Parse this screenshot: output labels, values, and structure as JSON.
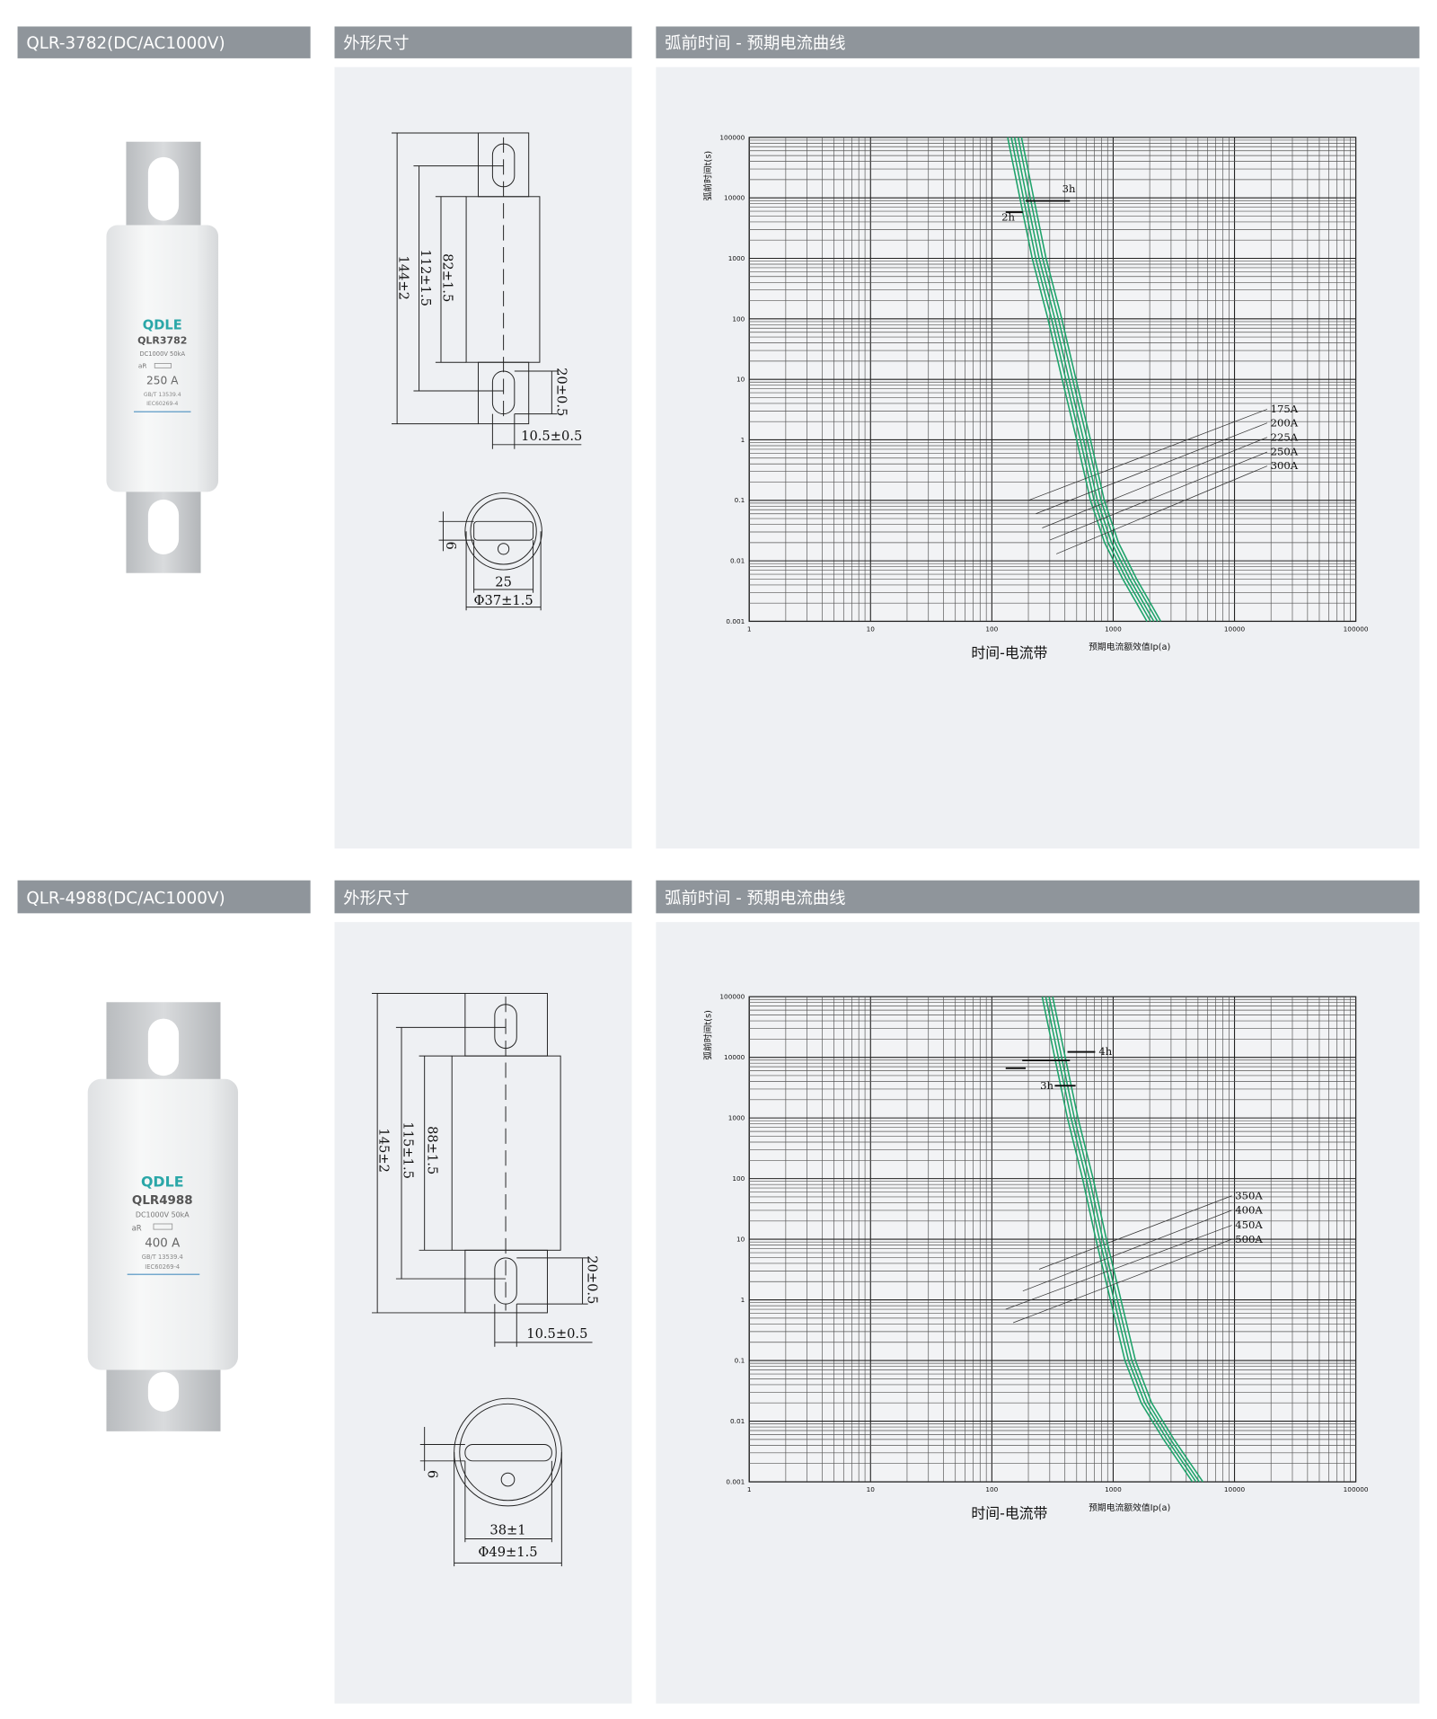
{
  "rows": [
    {
      "product_title": "QLR-3782(DC/AC1000V)",
      "dimension_title": "外形尺寸",
      "curve_title": "弧前时间 - 预期电流曲线",
      "label": {
        "brand": "QDLE",
        "model": "QLR3782",
        "rating": "DC1000V  50kA",
        "type": "aR",
        "current": "250 A",
        "std1": "GB/T 13539.4",
        "std2": "IEC60269-4"
      },
      "dims": {
        "overall": "144±2",
        "slot_pitch": "112±1.5",
        "body": "82±1.5",
        "slot": "20±0.5",
        "tab_width": "10.5±0.5",
        "six": "6",
        "slot_len": "25",
        "diameter": "Φ37±1.5"
      }
    },
    {
      "product_title": "QLR-4988(DC/AC1000V)",
      "dimension_title": "外形尺寸",
      "curve_title": "弧前时间 - 预期电流曲线",
      "label": {
        "brand": "QDLE",
        "model": "QLR4988",
        "rating": "DC1000V  50kA",
        "type": "aR",
        "current": "400 A",
        "std1": "GB/T 13539.4",
        "std2": "IEC60269-4"
      },
      "dims": {
        "overall": "145±2",
        "slot_pitch": "115±1.5",
        "body": "88±1.5",
        "slot": "20±0.5",
        "tab_width": "10.5±0.5",
        "six": "6",
        "slot_len": "38±1",
        "diameter": "Φ49±1.5"
      }
    }
  ],
  "colors": {
    "header": "#8f959b",
    "panel": "#eef0f3",
    "curve": "#1fa36b",
    "brand": "#2aa7a8"
  },
  "chart_data": [
    {
      "type": "line",
      "title": "时间-电流带",
      "xlabel": "预期电流额效值Ip(a)",
      "ylabel": "弧前时间t(s)",
      "xscale": "log",
      "yscale": "log",
      "xlim": [
        1,
        100000
      ],
      "ylim": [
        0.001,
        100000
      ],
      "x_ticks": [
        "1",
        "10",
        "100",
        "1000",
        "10000",
        "100000"
      ],
      "y_ticks": [
        "100000",
        "10000",
        "1000",
        "100",
        "10",
        "1",
        "0.1",
        "0.01",
        "0.001"
      ],
      "grid": true,
      "base_curve": [
        [
          135,
          100000
        ],
        [
          170,
          10000
        ],
        [
          215,
          1000
        ],
        [
          290,
          100
        ],
        [
          380,
          10
        ],
        [
          500,
          1
        ],
        [
          650,
          0.1
        ],
        [
          850,
          0.02
        ],
        [
          1200,
          0.005
        ],
        [
          1900,
          0.001
        ]
      ],
      "series": [
        {
          "name": "175A",
          "scale": 1.0,
          "ref_line": [
            [
              200,
              0.1
            ],
            [
              18600,
              3.2
            ]
          ]
        },
        {
          "name": "200A",
          "scale": 1.07,
          "ref_line": [
            [
              230,
              0.06
            ],
            [
              18600,
              1.9
            ]
          ]
        },
        {
          "name": "225A",
          "scale": 1.14,
          "ref_line": [
            [
              260,
              0.035
            ],
            [
              18600,
              1.1
            ]
          ]
        },
        {
          "name": "250A",
          "scale": 1.22,
          "ref_line": [
            [
              300,
              0.022
            ],
            [
              18600,
              0.63
            ]
          ]
        },
        {
          "name": "300A",
          "scale": 1.3,
          "ref_line": [
            [
              340,
              0.013
            ],
            [
              18600,
              0.37
            ]
          ]
        }
      ],
      "markers": [
        {
          "label": "3h",
          "x": [
            190,
            440
          ],
          "y": 8900,
          "label_at": [
            380,
            14000
          ]
        },
        {
          "label": "2h",
          "x": [
            130,
            180
          ],
          "y": 5800,
          "label_at": [
            120,
            4800
          ]
        }
      ]
    },
    {
      "type": "line",
      "title": "时间-电流带",
      "xlabel": "预期电流额效值Ip(a)",
      "ylabel": "弧前时间t(s)",
      "xscale": "log",
      "yscale": "log",
      "xlim": [
        1,
        100000
      ],
      "ylim": [
        0.001,
        100000
      ],
      "x_ticks": [
        "1",
        "10",
        "100",
        "1000",
        "10000",
        "100000"
      ],
      "y_ticks": [
        "100000",
        "10000",
        "1000",
        "100",
        "10",
        "1",
        "0.1",
        "0.01",
        "0.001"
      ],
      "grid": true,
      "base_curve": [
        [
          260,
          100000
        ],
        [
          330,
          10000
        ],
        [
          420,
          1000
        ],
        [
          560,
          100
        ],
        [
          720,
          10
        ],
        [
          950,
          1
        ],
        [
          1250,
          0.1
        ],
        [
          1700,
          0.02
        ],
        [
          2600,
          0.005
        ],
        [
          4500,
          0.001
        ]
      ],
      "series": [
        {
          "name": "350A",
          "scale": 1.0,
          "ref_line": [
            [
              245,
              3.2
            ],
            [
              9500,
              52
            ]
          ]
        },
        {
          "name": "400A",
          "scale": 1.07,
          "ref_line": [
            [
              180,
              1.4
            ],
            [
              9500,
              30
            ]
          ]
        },
        {
          "name": "450A",
          "scale": 1.14,
          "ref_line": [
            [
              130,
              0.7
            ],
            [
              9500,
              17
            ]
          ]
        },
        {
          "name": "500A",
          "scale": 1.22,
          "ref_line": [
            [
              150,
              0.42
            ],
            [
              9500,
              10
            ]
          ]
        }
      ],
      "markers": [
        {
          "label": "4h",
          "x": [
            420,
            710
          ],
          "y": 12300,
          "label_at": [
            760,
            12300
          ]
        },
        {
          "label": "",
          "x": [
            178,
            440
          ],
          "y": 8900,
          "label_at": null
        },
        {
          "label": "",
          "x": [
            130,
            190
          ],
          "y": 6600,
          "label_at": null
        },
        {
          "label": "3h",
          "x": [
            330,
            490
          ],
          "y": 3400,
          "label_at": [
            250,
            3400
          ]
        }
      ]
    }
  ]
}
